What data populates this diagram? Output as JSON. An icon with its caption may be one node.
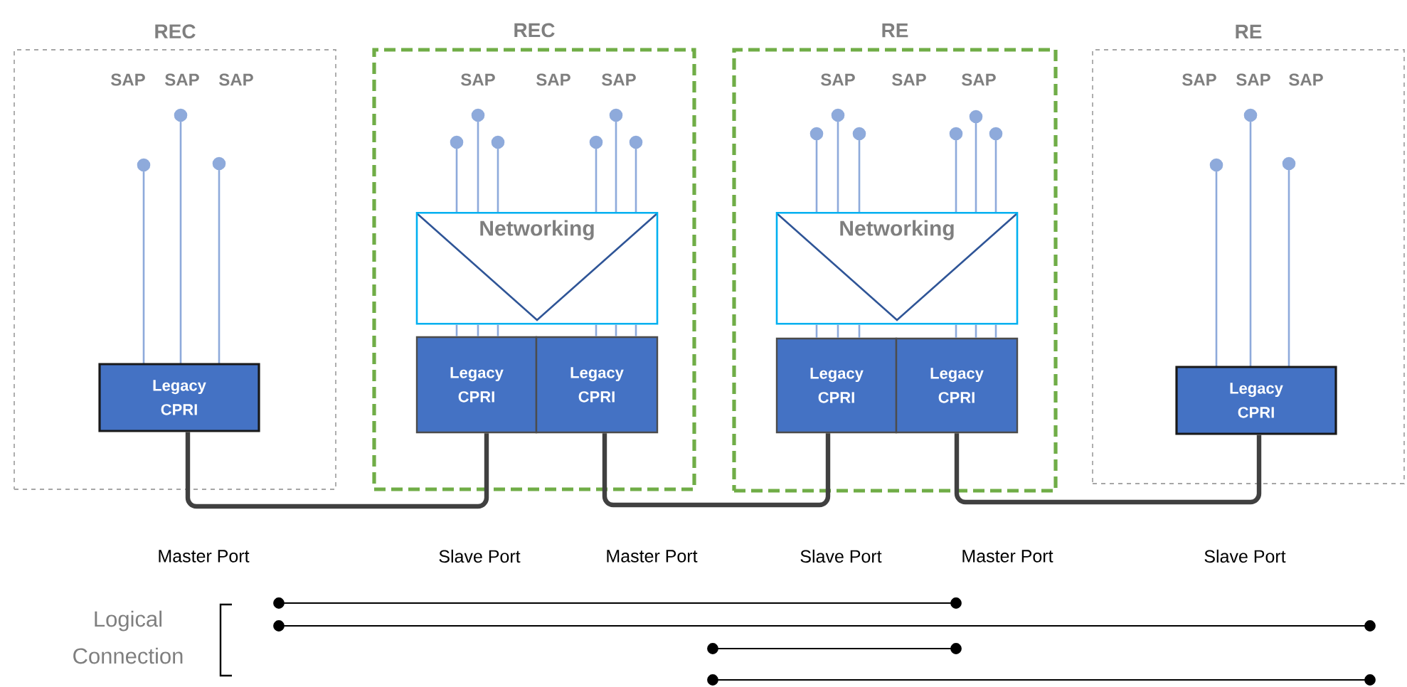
{
  "diagram": {
    "nodes": [
      {
        "text": [
          "REC"
        ]
      },
      {
        "text": [
          "Legacy CPRI"
        ],
        "in": 0
      },
      {
        "text": [
          "REC"
        ]
      },
      {
        "text": [
          "Networking"
        ],
        "in": 2
      },
      {
        "text": [
          "Legacy CPRI"
        ],
        "in": 2
      },
      {
        "text": [
          "Legacy CPRI"
        ],
        "in": 2
      },
      {
        "text": [
          "RE"
        ]
      },
      {
        "text": [
          "Networking"
        ],
        "in": 6
      },
      {
        "text": [
          "Legacy CPRI"
        ],
        "in": 6
      },
      {
        "text": [
          "Legacy CPRI"
        ],
        "in": 6
      },
      {
        "text": [
          "RE"
        ]
      },
      {
        "text": [
          "Legacy CPRI"
        ],
        "in": 10
      }
    ],
    "edges": [
      {
        "from": 1,
        "to": 4,
        "arrow": "none",
        "style": "thick",
        "color": "#404040"
      },
      {
        "from": 5,
        "to": 8,
        "arrow": "none",
        "style": "thick",
        "color": "#404040"
      },
      {
        "from": 9,
        "to": 11,
        "arrow": "none",
        "style": "thick",
        "color": "#404040"
      },
      {
        "from": 3,
        "to": 4,
        "arrow": "none"
      },
      {
        "from": 3,
        "to": 4,
        "arrow": "none"
      },
      {
        "from": 3,
        "to": 4,
        "arrow": "none"
      },
      {
        "from": 3,
        "to": 5,
        "arrow": "none"
      },
      {
        "from": 3,
        "to": 5,
        "arrow": "none"
      },
      {
        "from": 3,
        "to": 5,
        "arrow": "none"
      },
      {
        "from": 7,
        "to": 8,
        "arrow": "none"
      },
      {
        "from": 7,
        "to": 8,
        "arrow": "none"
      },
      {
        "from": 7,
        "to": 8,
        "arrow": "none"
      },
      {
        "from": 7,
        "to": 9,
        "arrow": "none"
      },
      {
        "from": 7,
        "to": 9,
        "arrow": "none"
      },
      {
        "from": 7,
        "to": 9,
        "arrow": "none"
      }
    ],
    "labels": [
      "SAP",
      "SAP",
      "SAP",
      "SAP",
      "SAP",
      "SAP",
      "SAP",
      "SAP",
      "SAP",
      "SAP",
      "SAP",
      "SAP",
      "Master Port",
      "Slave Port",
      "Master Port",
      "Slave Port",
      "Master Port",
      "Slave Port",
      "Logical Connection"
    ]
  }
}
